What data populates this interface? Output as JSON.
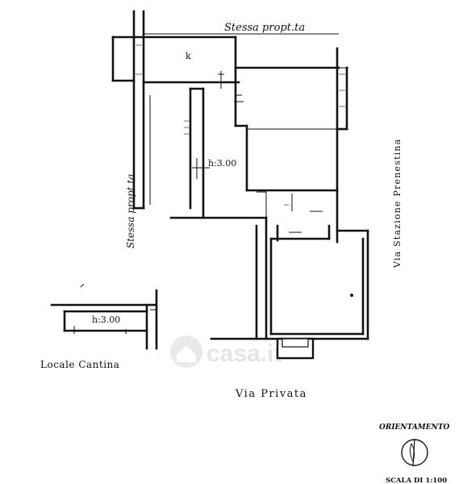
{
  "labels": {
    "stessa_top": "Stessa propt.ta",
    "stessa_left": "Stessa propt.ta",
    "kitchen": "k",
    "height_main": "h:3.00",
    "height_cellar": "h:3.00",
    "locale_cantina": "Locale Cantina",
    "via_stazione": "Via Stazione Prenestina",
    "via_privata": "Via Privata",
    "orientamento": "ORIENTAMENTO",
    "scala": "SCALA DI 1:100",
    "watermark": "casa.it"
  },
  "icons": {
    "watermark_logo": "house-in-circle-icon",
    "orientation_symbol": "compass-circle-icon"
  }
}
